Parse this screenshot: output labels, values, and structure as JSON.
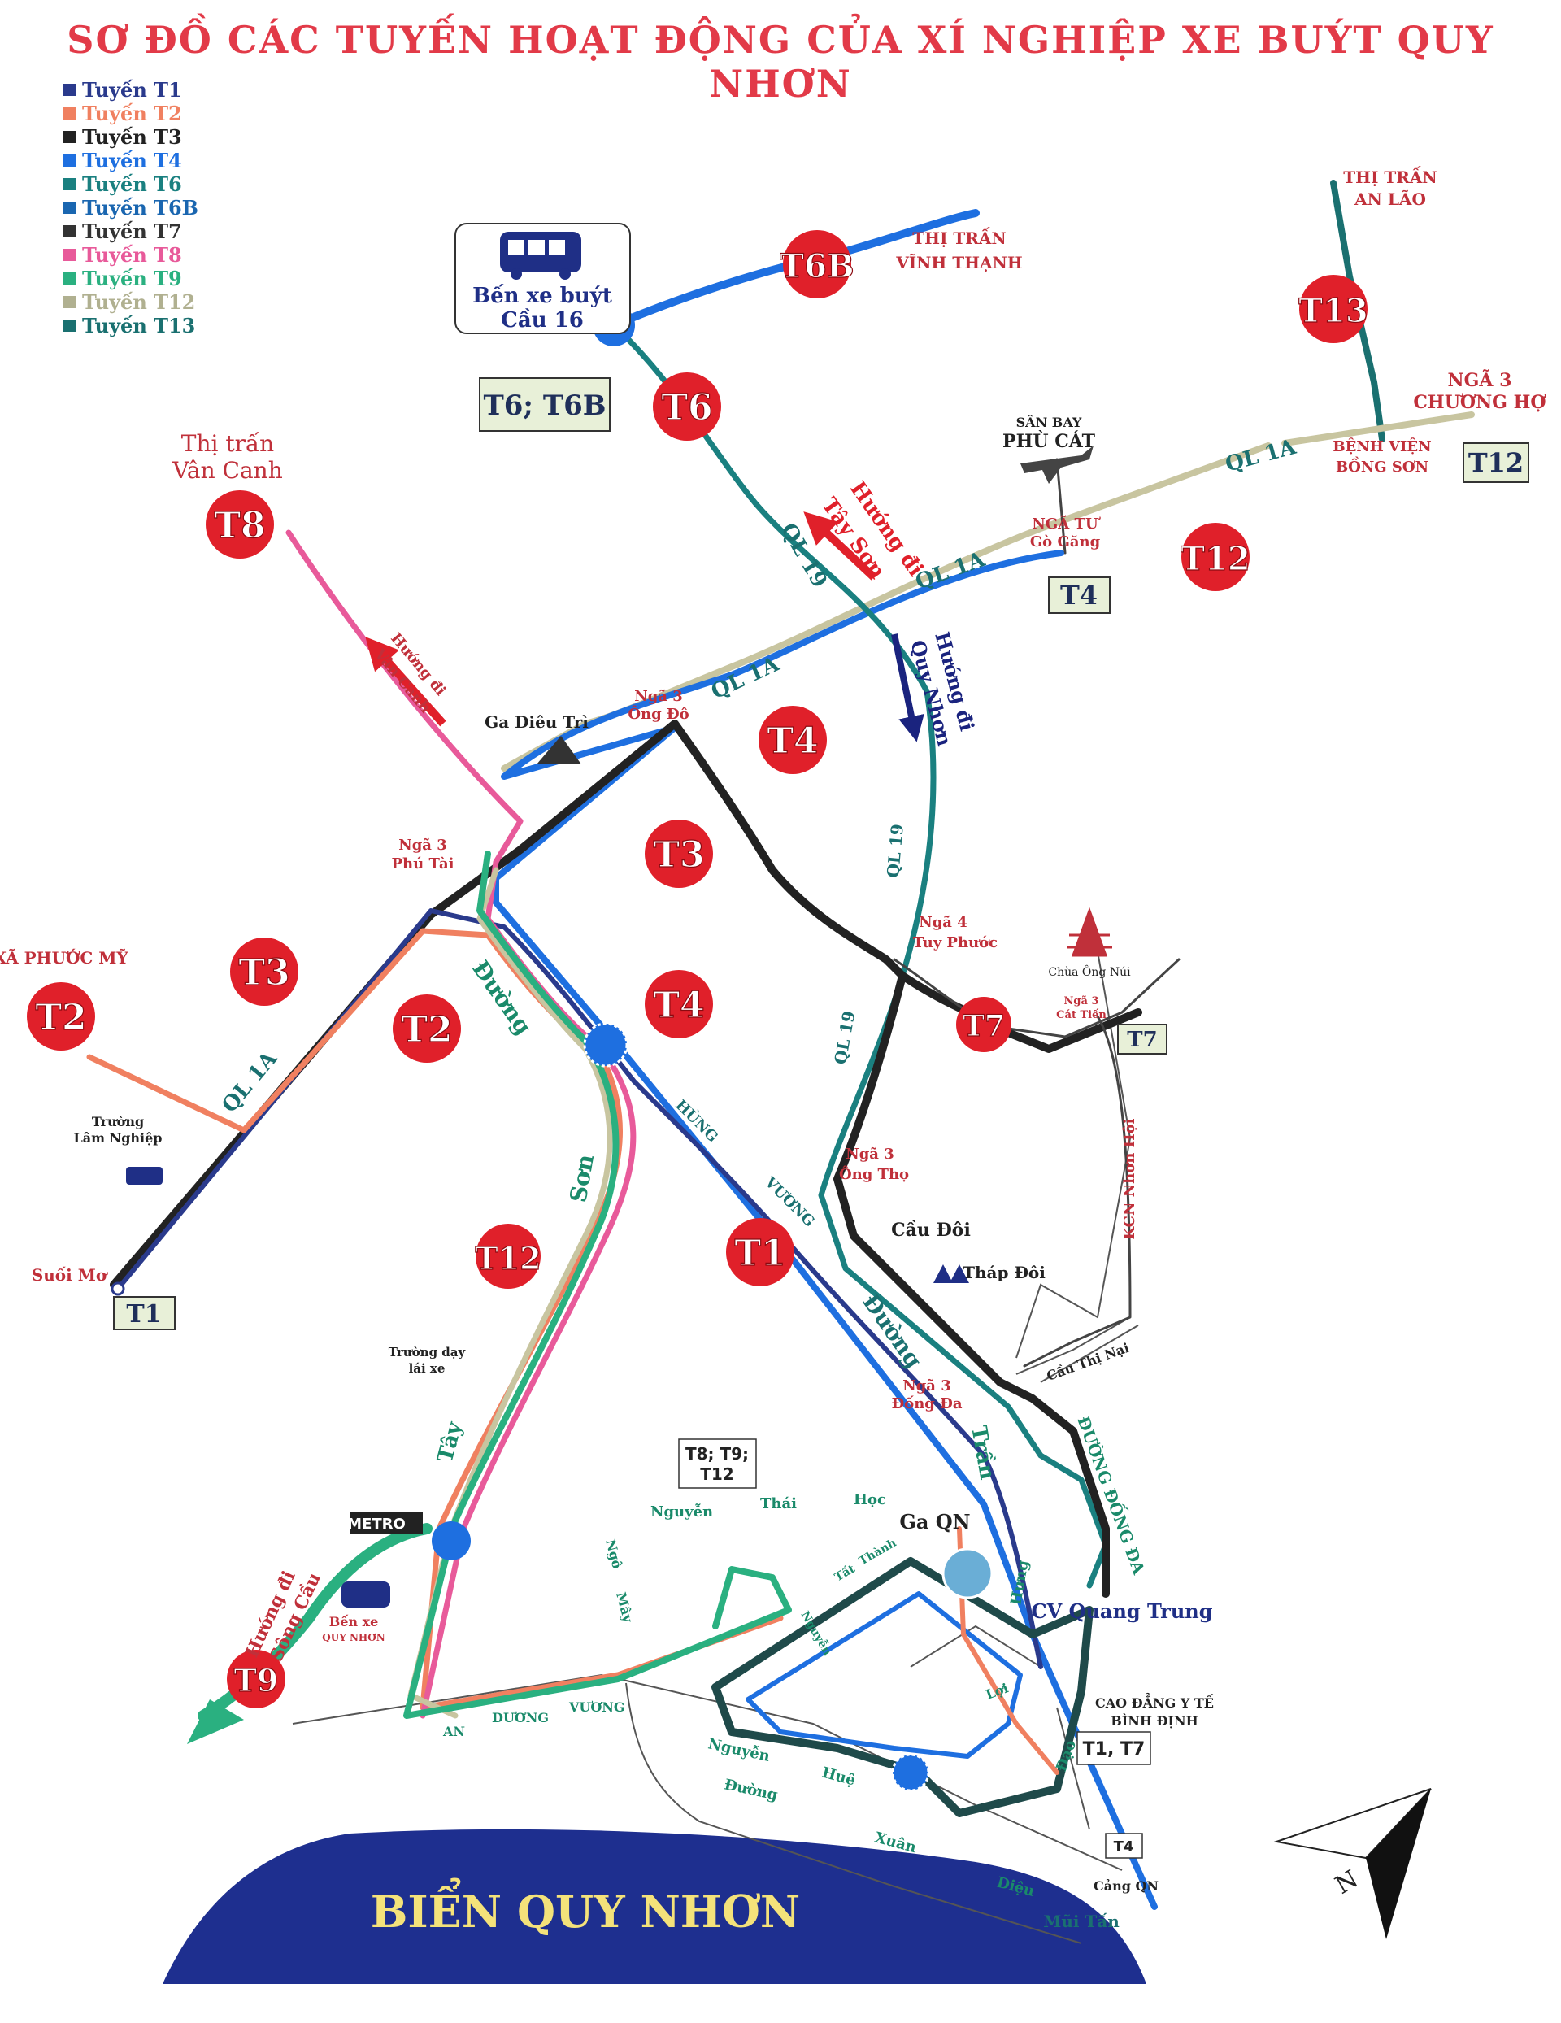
{
  "title": "SƠ ĐỒ CÁC TUYẾN HOẠT ĐỘNG CỦA XÍ NGHIỆP XE BUÝT QUY NHƠN",
  "legend": [
    {
      "label": "Tuyến T1",
      "color": "#2a3a8c"
    },
    {
      "label": "Tuyến T2",
      "color": "#f08060"
    },
    {
      "label": "Tuyến T3",
      "color": "#222222"
    },
    {
      "label": "Tuyến T4",
      "color": "#1e6fe0"
    },
    {
      "label": "Tuyến T6",
      "color": "#1a8080"
    },
    {
      "label": "Tuyến T6B",
      "color": "#1a66b0"
    },
    {
      "label": "Tuyến T7",
      "color": "#333333"
    },
    {
      "label": "Tuyến T8",
      "color": "#e85a9a"
    },
    {
      "label": "Tuyến T9",
      "color": "#2ab080"
    },
    {
      "label": "Tuyến T12",
      "color": "#b0b090"
    },
    {
      "label": "Tuyến T13",
      "color": "#1a7070"
    }
  ],
  "route_badges": {
    "t6b": "T6B",
    "t13": "T13",
    "t6": "T6",
    "t8": "T8",
    "t12a": "T12",
    "t4a": "T4",
    "t3a": "T3",
    "t2": "T2",
    "t3b": "T3",
    "t2b": "T2",
    "t4b": "T4",
    "t7": "T7",
    "t12b": "T12",
    "t1": "T1",
    "t9": "T9"
  },
  "terminal_boxes": {
    "t6t6b": "T6; T6B",
    "t12": "T12",
    "t4_gogang": "T4",
    "t7": "T7",
    "t1_suoimo": "T1",
    "t8t9t12_top": "T8; T9;",
    "t8t9t12_bot": "T12",
    "t1t7": "T1, T7",
    "t4_port": "T4"
  },
  "bus_station": {
    "line1": "Bến xe buýt",
    "line2": "Cầu 16"
  },
  "places": {
    "vinh_thanh_1": "THỊ TRẤN",
    "vinh_thanh_2": "VĨNH THẠNH",
    "an_lao_1": "THỊ TRẤN",
    "an_lao_2": "AN LÃO",
    "chuong_ho_1": "NGÃ 3",
    "chuong_ho_2": "CHƯƠNG HỢ",
    "bv_bong_son_1": "BỆNH VIỆN",
    "bv_bong_son_2": "BỒNG SƠN",
    "san_bay_1": "SÂN BAY",
    "san_bay_2": "PHÙ CÁT",
    "go_gang_1": "NGÃ TƯ",
    "go_gang_2": "Gò Găng",
    "van_canh_1": "Thị trấn",
    "van_canh_2": "Vân Canh",
    "ong_do_1": "Ngã 3",
    "ong_do_2": "Ông Đô",
    "ga_dieu_tri": "Ga Diêu Trì",
    "phu_tai_1": "Ngã 3",
    "phu_tai_2": "Phú Tài",
    "phuoc_my": "XÃ PHƯỚC MỸ",
    "truong_lam_nghiep_1": "Trường",
    "truong_lam_nghiep_2": "Lâm Nghiệp",
    "suoi_mo": "Suối Mơ",
    "tuy_phuoc_1": "Ngã 4",
    "tuy_phuoc_2": "Tuy Phước",
    "chua_ong_nui": "Chùa Ông Núi",
    "cat_tien_1": "Ngã 3",
    "cat_tien_2": "Cát Tiến",
    "ong_tho_1": "Ngã 3",
    "ong_tho_2": "Ông Thọ",
    "cau_doi": "Cầu Đôi",
    "thap_doi": "Tháp Đôi",
    "cau_thi_nai": "Cầu Thị Nại",
    "kcn_nhon_hoi": "KCN Nhơn Hội",
    "dong_da_1": "Ngã 3",
    "dong_da_2": "Đống Đa",
    "truong_lai_xe_1": "Trường dạy",
    "truong_lai_xe_2": "lái xe",
    "metro": "METRO",
    "ben_xe_qn_1": "Bến xe",
    "ben_xe_qn_2": "QUY NHƠN",
    "ga_qn": "Ga QN",
    "cv_quang_trung": "CV Quang Trung",
    "cd_yte_1": "CAO ĐẲNG Y TẾ",
    "cd_yte_2": "BÌNH ĐỊNH",
    "cang_qn": "Cảng QN",
    "mui_tan": "Mũi Tấn",
    "sea": "BIỂN QUY NHƠN",
    "north": "N"
  },
  "roads": {
    "ql19_a": "QL 19",
    "ql19_b": "QL 19",
    "ql19_c": "QL 19",
    "ql1a_a": "QL 1A",
    "ql1a_b": "QL 1A",
    "ql1a_c": "QL 1A",
    "ql1a_d": "QL 1A",
    "duong": "Đường",
    "son": "Sơn",
    "tay": "Tây",
    "hung": "HÙNG",
    "vuong": "VƯƠNG",
    "duong2": "Đường",
    "tran": "Trần",
    "hung2": "Hưng",
    "dao": "Đạo",
    "nguyen_thai_hoc_1": "Nguyễn",
    "nguyen_thai_hoc_2": "Thái",
    "nguyen_thai_hoc_3": "Học",
    "ngo_may_1": "Ngô",
    "ngo_may_2": "Mây",
    "an_duong_vuong_1": "AN",
    "an_duong_vuong_2": "DƯƠNG",
    "an_duong_vuong_3": "VƯƠNG",
    "nguyen_hue_1": "Nguyễn",
    "nguyen_hue_2": "Huệ",
    "xuan_dieu_1": "Đường",
    "xuan_dieu_2": "Xuân",
    "xuan_dieu_3": "Diệu",
    "duong_dong_da": "ĐƯỜNG ĐỐNG ĐA",
    "le_loi": "Lợi",
    "nguyen_tat_thanh_1": "Nguyễn",
    "nguyen_tat_thanh_2": "Tất",
    "nguyen_tat_thanh_3": "Thành"
  },
  "directions": {
    "tay_son_1": "Hướng đi",
    "tay_son_2": "Tây Sơn",
    "quy_nhon_1": "Hướng đi",
    "quy_nhon_2": "Quy Nhơn",
    "van_canh_1": "Hướng đi",
    "van_canh_2": "Vân Canh",
    "song_cau_1": "Hướng đi",
    "song_cau_2": "Sông Cầu"
  }
}
